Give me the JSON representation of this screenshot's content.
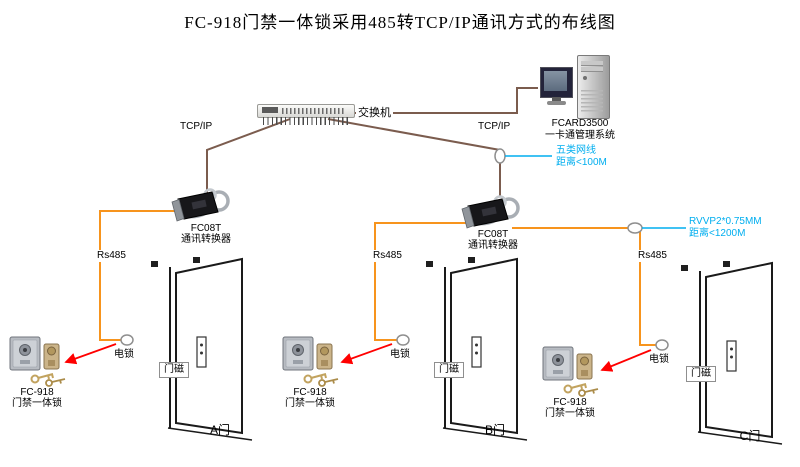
{
  "title": "FC-918门禁一体锁采用485转TCP/IP通讯方式的布线图",
  "network": {
    "switch_label": "交换机",
    "server_name": "FCARD3500",
    "server_desc": "一卡通管理系统",
    "tcpip_left": "TCP/IP",
    "tcpip_right": "TCP/IP",
    "cat5_note_line1": "五类网线",
    "cat5_note_line2": "距离<100M",
    "rvvp_note_line1": "RVVP2*0.75MM",
    "rvvp_note_line2": "距离<1200M"
  },
  "converters": [
    {
      "name": "FC08T",
      "desc": "通讯转换器"
    },
    {
      "name": "FC08T",
      "desc": "通讯转换器"
    }
  ],
  "bus": {
    "label_a": "Rs485",
    "label_b": "Rs485",
    "label_c": "Rs485"
  },
  "doors": [
    {
      "name": "A门",
      "lock_label": "电锁",
      "magnet_label": "门磁",
      "device_name": "FC-918",
      "device_desc": "门禁一体锁"
    },
    {
      "name": "B门",
      "lock_label": "电锁",
      "magnet_label": "门磁",
      "device_name": "FC-918",
      "device_desc": "门禁一体锁"
    },
    {
      "name": "C门",
      "lock_label": "电锁",
      "magnet_label": "门磁",
      "device_name": "FC-918",
      "device_desc": "门禁一体锁"
    }
  ],
  "colors": {
    "bus_orange": "#F7941D",
    "network_brown": "#7B5C4E",
    "annotation_blue": "#00AEEF",
    "arrow_red": "#FF0000"
  }
}
